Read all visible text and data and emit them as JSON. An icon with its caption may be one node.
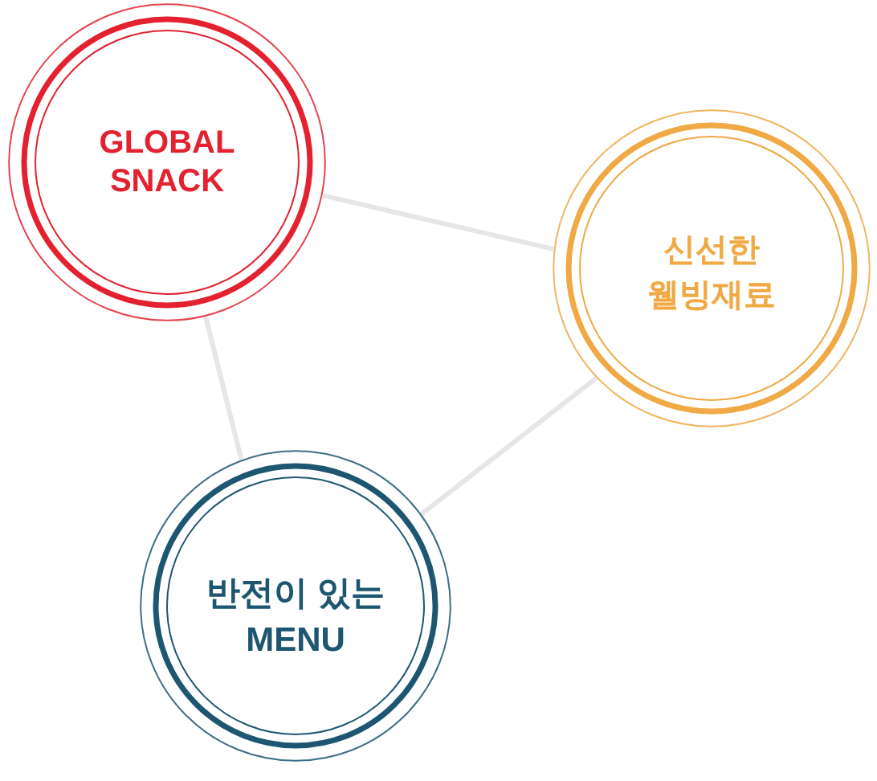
{
  "diagram": {
    "nodes": [
      {
        "text": [
          "GLOBAL SNACK"
        ]
      },
      {
        "text": [
          "신선한 웰빙재료"
        ]
      },
      {
        "text": [
          "반전이 있는 MENU"
        ]
      }
    ],
    "edges": [
      {
        "from": 0,
        "to": 1,
        "arrow": "none"
      },
      {
        "from": 0,
        "to": 2,
        "arrow": "none"
      },
      {
        "from": 1,
        "to": 2,
        "arrow": "none"
      }
    ]
  }
}
